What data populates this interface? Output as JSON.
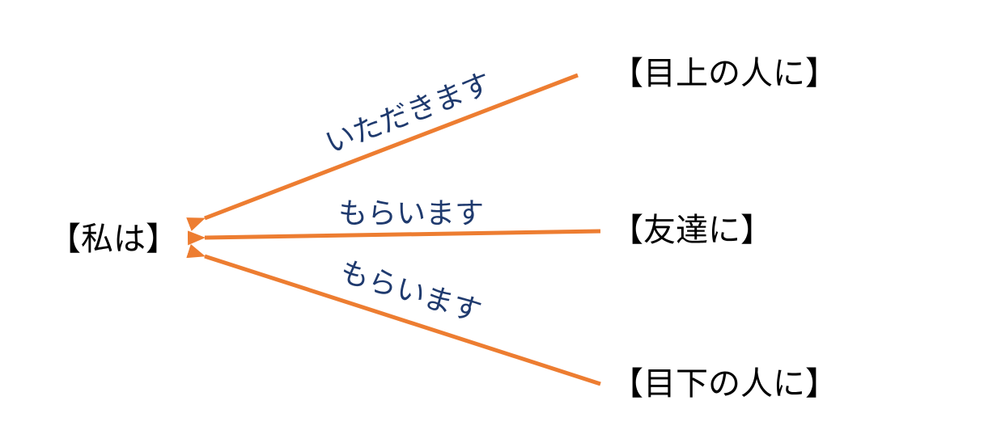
{
  "colors": {
    "arrow": "#ED7D31",
    "edge_label": "#1F3A6E",
    "node_text": "#000000"
  },
  "nodes": {
    "me": "【私は】",
    "superior": "【目上の人に】",
    "friend": "【友達に】",
    "subordinate": "【目下の人に】"
  },
  "edges": {
    "from_superior": "いただきます",
    "from_friend": "もらいます",
    "from_subordinate": "もらいます"
  }
}
